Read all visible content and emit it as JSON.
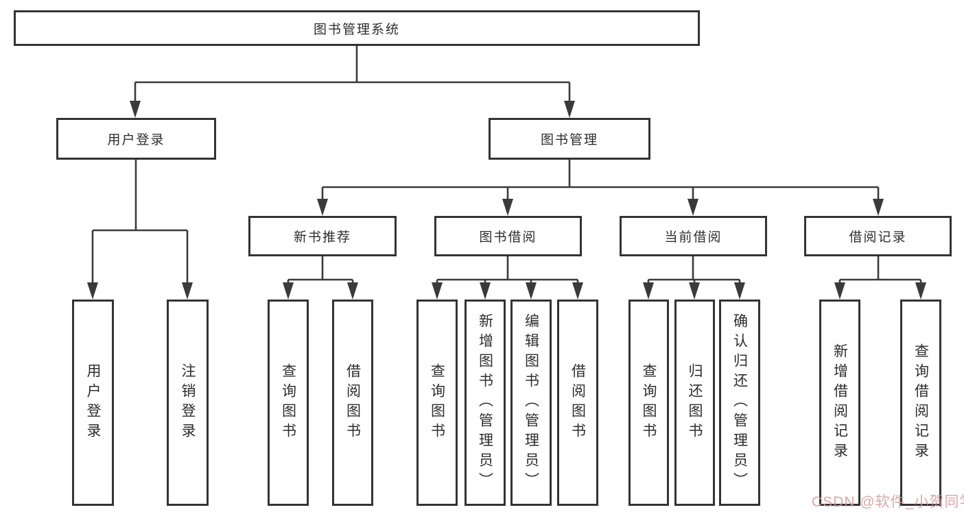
{
  "diagram": {
    "type": "hierarchy-tree",
    "title": "图书管理系统"
  },
  "tree": {
    "root": {
      "label": "图书管理系统",
      "children": [
        {
          "label": "用户登录",
          "children": [
            {
              "label": "用户登录"
            },
            {
              "label": "注销登录"
            }
          ]
        },
        {
          "label": "图书管理",
          "children": [
            {
              "label": "新书推荐",
              "children": [
                {
                  "label": "查询图书"
                },
                {
                  "label": "借阅图书"
                }
              ]
            },
            {
              "label": "图书借阅",
              "children": [
                {
                  "label": "查询图书"
                },
                {
                  "label": "新增图书（管理员）"
                },
                {
                  "label": "编辑图书（管理员）"
                },
                {
                  "label": "借阅图书"
                }
              ]
            },
            {
              "label": "当前借阅",
              "children": [
                {
                  "label": "查询图书"
                },
                {
                  "label": "归还图书"
                },
                {
                  "label": "确认归还（管理员）"
                }
              ]
            },
            {
              "label": "借阅记录",
              "children": [
                {
                  "label": "新增借阅记录"
                },
                {
                  "label": "查询借阅记录"
                }
              ]
            }
          ]
        }
      ]
    }
  },
  "watermark": {
    "text": "CSDN @软件_小贺同学",
    "color": "#d69898"
  },
  "colors": {
    "background": "#ffffff",
    "box_border": "#333333",
    "connector_line": "#3a3a3a",
    "text": "#2d2d2d"
  }
}
